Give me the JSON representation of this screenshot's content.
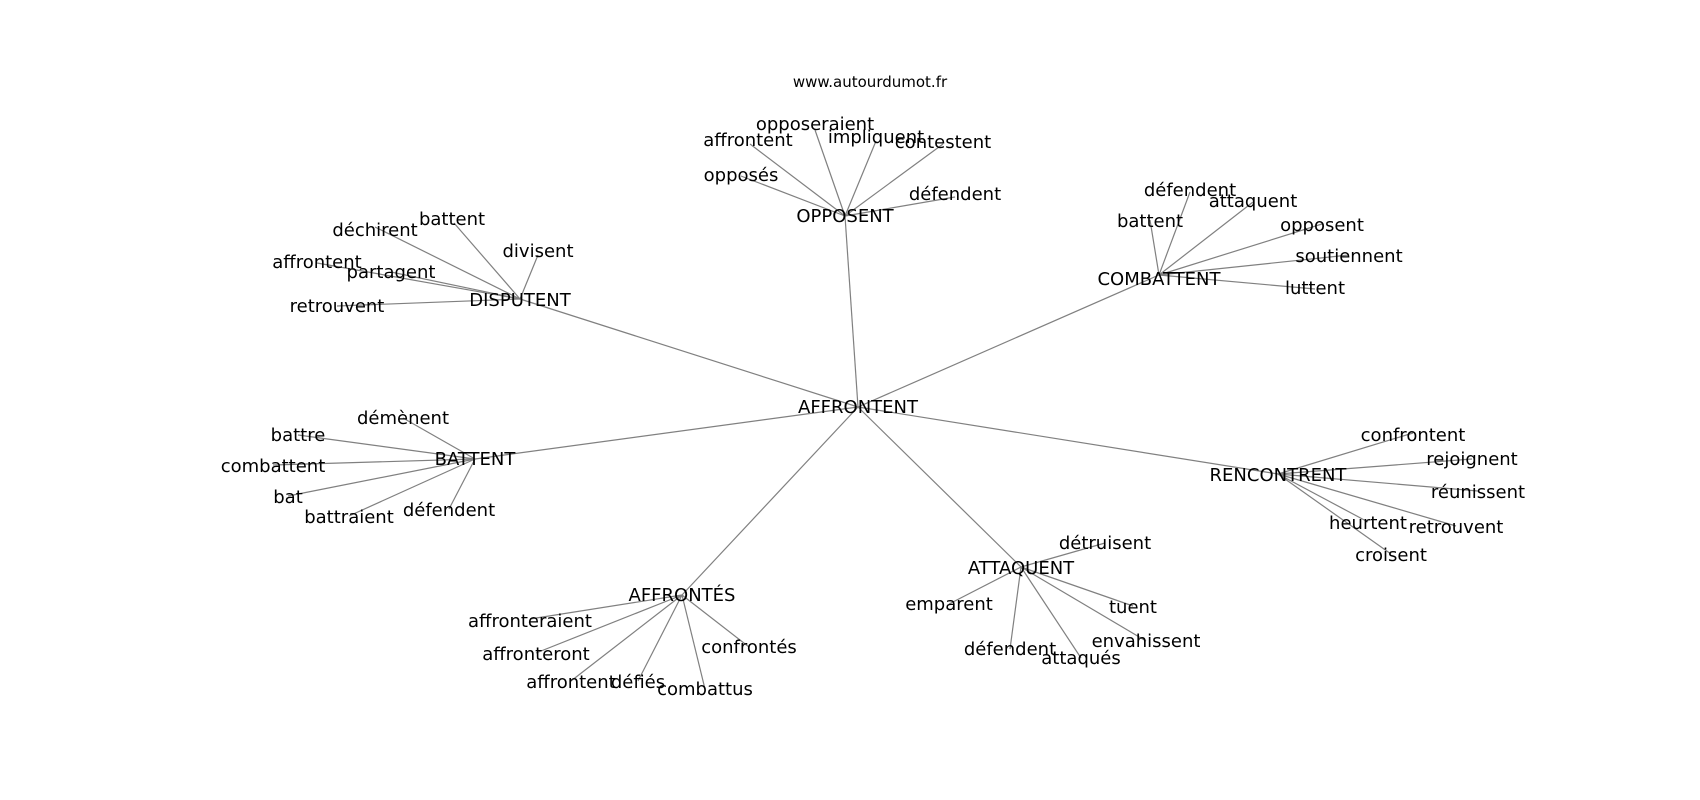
{
  "site_label": "www.autourdumot.fr",
  "center": "AFFRONTENT",
  "clusters": [
    {
      "word": "OPPOSENT",
      "neighbors": [
        "opposeraient",
        "affrontent",
        "impliquent",
        "contestent",
        "opposés",
        "défendent"
      ]
    },
    {
      "word": "DISPUTENT",
      "neighbors": [
        "battent",
        "déchirent",
        "divisent",
        "affrontent",
        "partagent",
        "retrouvent"
      ]
    },
    {
      "word": "COMBATTENT",
      "neighbors": [
        "défendent",
        "attaquent",
        "battent",
        "opposent",
        "soutiennent",
        "luttent"
      ]
    },
    {
      "word": "BATTENT",
      "neighbors": [
        "démènent",
        "battre",
        "combattent",
        "bat",
        "battraient",
        "défendent"
      ]
    },
    {
      "word": "RENCONTRENT",
      "neighbors": [
        "confrontent",
        "rejoignent",
        "réunissent",
        "heurtent",
        "retrouvent",
        "croisent"
      ]
    },
    {
      "word": "AFFRONTÉS",
      "neighbors": [
        "affronteraient",
        "affronteront",
        "affrontent",
        "défiés",
        "confrontés",
        "combattus"
      ]
    },
    {
      "word": "ATTAQUENT",
      "neighbors": [
        "détruisent",
        "emparent",
        "tuent",
        "envahissent",
        "défendent",
        "attaqués"
      ]
    }
  ]
}
